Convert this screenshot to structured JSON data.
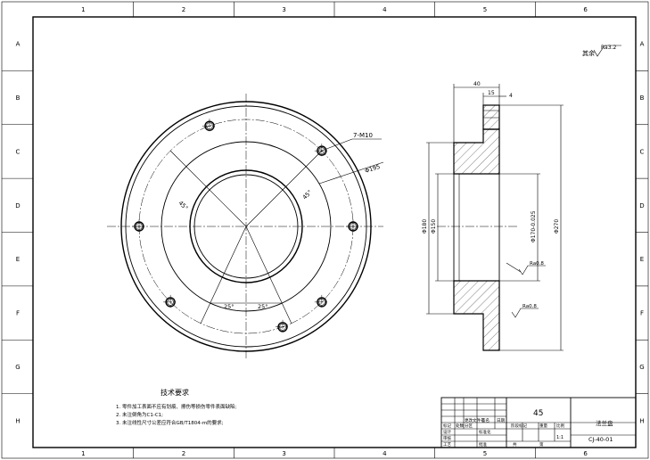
{
  "grid": {
    "columns": [
      "1",
      "2",
      "3",
      "4",
      "5",
      "6"
    ],
    "rows": [
      "A",
      "B",
      "C",
      "D",
      "E",
      "F",
      "G",
      "H"
    ]
  },
  "surface_finish": {
    "prefix": "其余",
    "value": "Ra3.2"
  },
  "front_view": {
    "thread_callout": "7-M10",
    "bolt_circle_dia": "Φ195",
    "angle_left": "45°",
    "angle_right": "45°",
    "angle_bottom_left": "25°",
    "angle_bottom_right": "25°"
  },
  "section_view": {
    "dim_top_overall": "40",
    "dim_top_inner": "15",
    "dim_top_small": "4",
    "dia_outer_left": "Φ180",
    "dia_inner_left": "Φ150",
    "dia_bore": "Φ170-0.025",
    "dia_outer_right": "Φ270",
    "roughness_1": "Ra0.8",
    "roughness_2": "Ra0.8"
  },
  "technical_requirements": {
    "title": "技术要求",
    "lines": [
      "1. 零件加工表面不应有划痕、擦伤等损伤零件表面缺陷;",
      "2. 未注倒角为C1-C1;",
      "3. 未注线性尺寸公差应符合GB/T1804-m的要求;"
    ]
  },
  "title_block": {
    "material": "45",
    "part_name": "法兰盘",
    "drawing_number": "CJ-40-01",
    "scale": "1:1",
    "cells": {
      "mark": "标记",
      "count": "处数",
      "division": "分区",
      "change_doc": "更改文件号",
      "signature": "签名",
      "date": "日期",
      "design": "设计",
      "standardize": "标准化",
      "review": "审核",
      "process": "工艺",
      "approve": "批准",
      "stage_mark": "阶段标记",
      "weight": "重量",
      "ratio": "比例",
      "sheet_total": "共",
      "sheet_no": "第"
    }
  }
}
